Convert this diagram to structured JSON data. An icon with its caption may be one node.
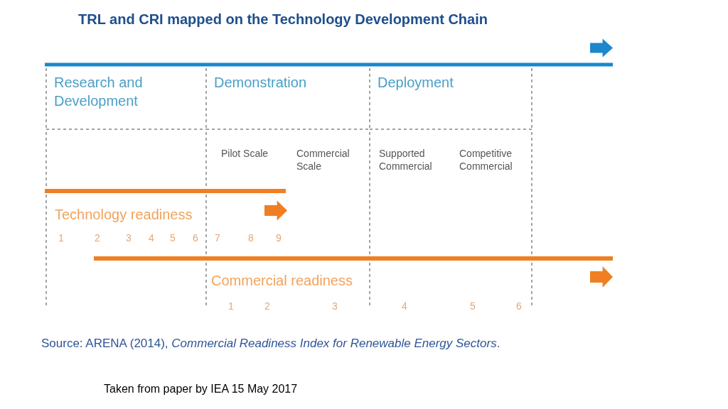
{
  "diagram": {
    "title": "TRL and CRI mapped on the Technology Development Chain",
    "caption": "Source: ARENA (2014), *Commercial Readiness Index for Renewable Energy Sectors*.",
    "nodes": [
      {
        "text": [
          "Research and Development"
        ]
      },
      {
        "text": [
          "Demonstration"
        ]
      },
      {
        "text": [
          "Deployment"
        ]
      }
    ],
    "labels": [
      "Pilot Scale",
      "Commercial Scale",
      "Supported Commercial",
      "Competitive Commercial",
      "Technology readiness",
      "1",
      "2",
      "3",
      "4",
      "5",
      "6",
      "7",
      "8",
      "9",
      "Commercial readiness",
      "1",
      "2",
      "3",
      "4",
      "5",
      "6",
      "Taken from paper by IEA 15 May 2017"
    ]
  }
}
